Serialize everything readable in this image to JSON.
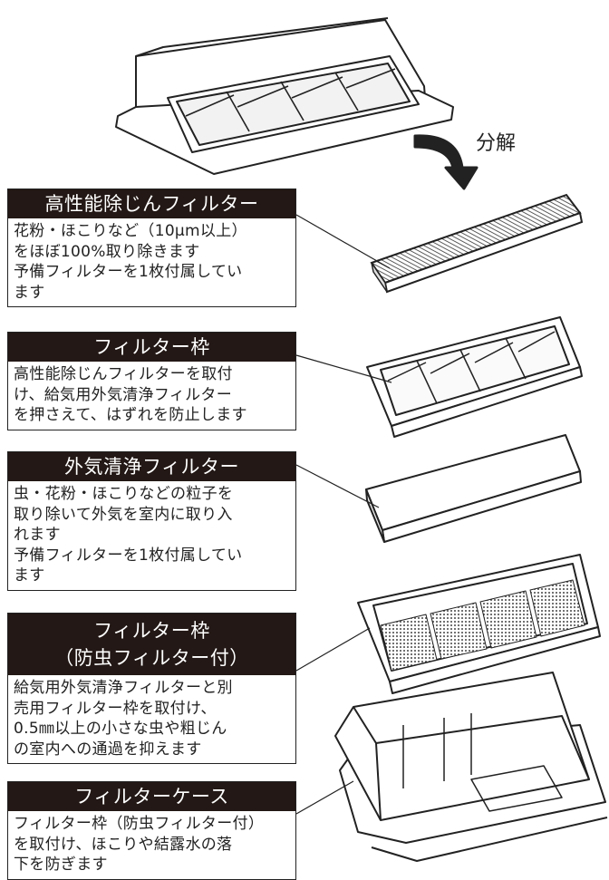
{
  "decompose_label": "分解",
  "items": [
    {
      "title": "高性能除じんフィルター",
      "desc": "花粉・ほこりなど（10μm以上）\nをほぼ100%取り除きます\n予備フィルターを1枚付属してい\nます"
    },
    {
      "title": "フィルター枠",
      "desc": "高性能除じんフィルターを取付\nけ、給気用外気清浄フィルター\nを押さえて、はずれを防止します"
    },
    {
      "title": "外気清浄フィルター",
      "desc": "虫・花粉・ほこりなどの粒子を\n取り除いて外気を室内に取り入\nれます\n予備フィルターを1枚付属してい\nます"
    },
    {
      "title_line1": "フィルター枠",
      "title_line2": "（防虫フィルター付）",
      "desc": "給気用外気清浄フィルターと別\n売用フィルター枠を取付け、\n0.5㎜以上の小さな虫や粗じん\nの室内への通過を抑えます"
    },
    {
      "title": "フィルターケース",
      "desc": "フィルター枠（防虫フィルター付）\nを取付け、ほこりや結露水の落\n下を防ぎます"
    }
  ],
  "colors": {
    "ink": "#231815"
  }
}
